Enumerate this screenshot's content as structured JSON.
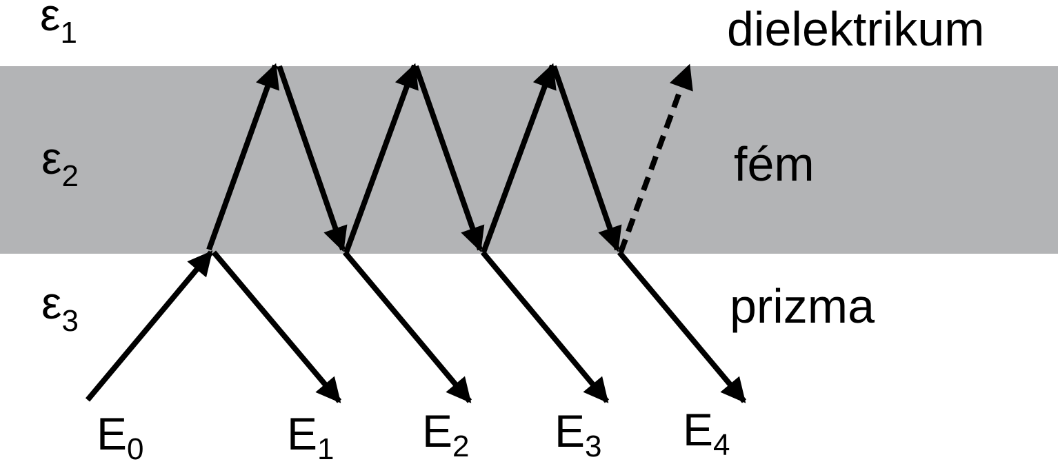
{
  "layers": [
    {
      "symbol": "ε",
      "index": "1",
      "name": "dielektrikum"
    },
    {
      "symbol": "ε",
      "index": "2",
      "name": "fém"
    },
    {
      "symbol": "ε",
      "index": "3",
      "name": "prizma"
    }
  ],
  "beams": [
    {
      "symbol": "E",
      "index": "0"
    },
    {
      "symbol": "E",
      "index": "1"
    },
    {
      "symbol": "E",
      "index": "2"
    },
    {
      "symbol": "E",
      "index": "3"
    },
    {
      "symbol": "E",
      "index": "4"
    }
  ],
  "colors": {
    "metal_layer": "#b3b4b6",
    "ink": "#000000",
    "background": "#ffffff"
  }
}
